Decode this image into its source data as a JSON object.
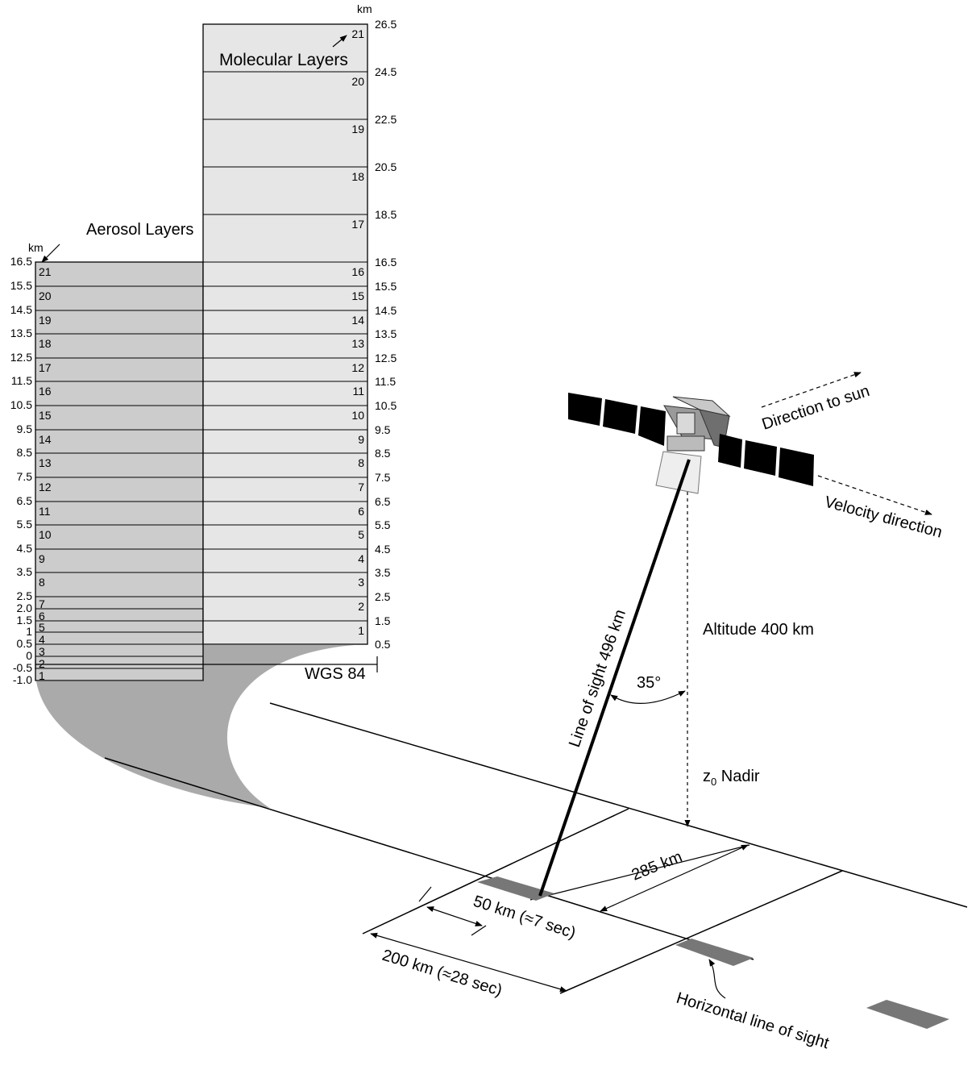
{
  "titles": {
    "molecular": "Molecular Layers",
    "aerosol": "Aerosol Layers"
  },
  "units": {
    "mol": "km",
    "aer": "km"
  },
  "molecular_layers": {
    "tick_labels": [
      "26.5",
      "24.5",
      "22.5",
      "20.5",
      "18.5",
      "16.5",
      "15.5",
      "14.5",
      "13.5",
      "12.5",
      "11.5",
      "10.5",
      "9.5",
      "8.5",
      "7.5",
      "6.5",
      "5.5",
      "4.5",
      "3.5",
      "2.5",
      "1.5",
      "0.5"
    ],
    "layer_numbers": [
      "21",
      "20",
      "19",
      "18",
      "17",
      "16",
      "15",
      "14",
      "13",
      "12",
      "11",
      "10",
      "9",
      "8",
      "7",
      "6",
      "5",
      "4",
      "3",
      "2",
      "1"
    ]
  },
  "aerosol_layers": {
    "tick_labels": [
      "16.5",
      "15.5",
      "14.5",
      "13.5",
      "12.5",
      "11.5",
      "10.5",
      "9.5",
      "8.5",
      "7.5",
      "6.5",
      "5.5",
      "4.5",
      "3.5",
      "2.5",
      "2.0",
      "1.5",
      "1",
      "0.5",
      "0",
      "-0.5",
      "-1.0"
    ],
    "layer_numbers": [
      "21",
      "20",
      "19",
      "18",
      "17",
      "16",
      "15",
      "14",
      "13",
      "12",
      "11",
      "10",
      "9",
      "8",
      "7",
      "6",
      "5",
      "4",
      "3",
      "2",
      "1"
    ]
  },
  "reference": "WGS 84",
  "annotations": {
    "direction_to_sun": "Direction to sun",
    "velocity_direction": "Velocity direction",
    "altitude": "Altitude 400 km",
    "line_of_sight": "Line of sight 496 km",
    "angle": "35°",
    "nadir_prefix": "z",
    "nadir_sub": "0",
    "nadir_text": " Nadir",
    "swath_285": "285 km",
    "swath_50": "50 km (≈7 sec)",
    "swath_200": "200 km (≈28 sec)",
    "horizontal_los": "Horizontal line of sight"
  },
  "colors": {
    "aerosol_fill": "#cccccc",
    "molecular_fill": "#e6e6e6",
    "sweep_fill": "#aaaaaa",
    "patch_fill": "#777777",
    "panel_fill": "#000000"
  }
}
